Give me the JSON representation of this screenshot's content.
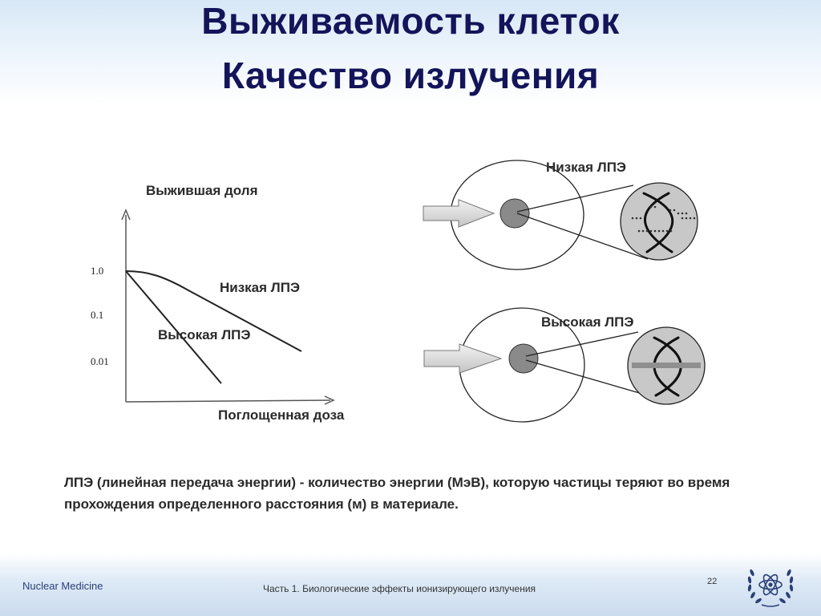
{
  "title": {
    "line1": "Выживаемость клеток",
    "line2": "Качество излучения"
  },
  "graph": {
    "y_label": "Выжившая доля",
    "x_label": "Поглощенная доза",
    "ticks": [
      "1.0",
      "0.1",
      "0.01"
    ],
    "curve_low": "Низкая ЛПЭ",
    "curve_high": "Высокая ЛПЭ"
  },
  "cells": {
    "low_label": "Низкая ЛПЭ",
    "high_label": "Высокая ЛПЭ"
  },
  "definition": "ЛПЭ (линейная передача энергии) - количество энергии (МэВ), которую частицы теряют во время прохождения определенного расстояния (м) в материале.",
  "footer": {
    "left": "Nuclear Medicine",
    "center": "Часть 1.  Биологические эффекты ионизирующего излучения",
    "page": "22"
  },
  "colors": {
    "title": "#14145a",
    "band": "#d7e7f6",
    "nucleus": "#8a8a8a",
    "zoom_fill": "#c8c8c8"
  },
  "icons": {
    "logo": "iaea-atom-laurel-icon"
  }
}
